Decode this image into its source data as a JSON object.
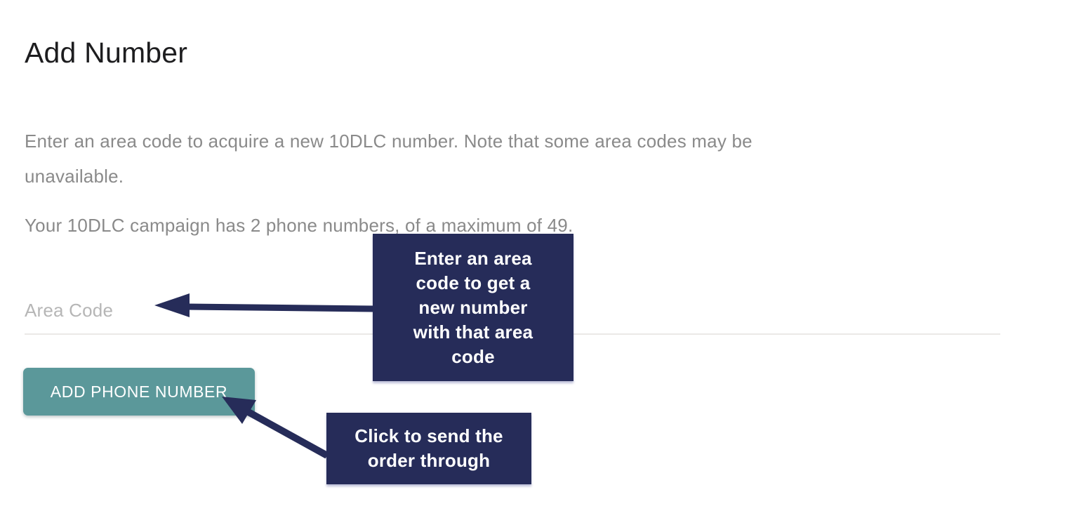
{
  "colors": {
    "annotation_navy": "#262c59",
    "button_teal": "#5b989a",
    "heading_text": "#1d1d1f",
    "body_text": "#8a8a8a",
    "placeholder_text": "#b6b6b6",
    "input_underline": "#ebe9e7",
    "background": "#ffffff"
  },
  "header": {
    "title": "Add Number"
  },
  "content": {
    "intro": "Enter an area code to acquire a new 10DLC number. Note that some area codes may be unavailable.",
    "campaign_info": "Your 10DLC campaign has 2 phone numbers, of a maximum of 49."
  },
  "form": {
    "area_code": {
      "placeholder": "Area Code",
      "value": ""
    },
    "submit_label": "ADD PHONE NUMBER"
  },
  "annotations": {
    "area_code_note": "Enter an area\ncode to get a\nnew number\nwith that area\ncode",
    "submit_note": "Click to send the\norder through"
  }
}
